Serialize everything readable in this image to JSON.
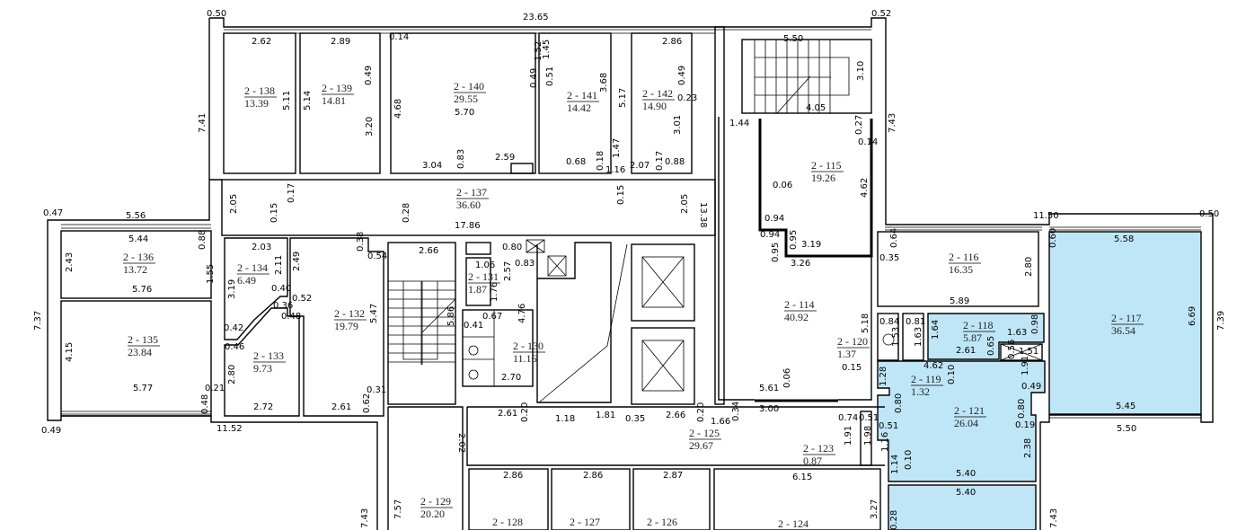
{
  "colors": {
    "highlight_room": "#bfe6f7",
    "wall": "#000000"
  },
  "rooms": [
    {
      "id": "2 - 138",
      "area": "13.39"
    },
    {
      "id": "2 - 139",
      "area": "14.81"
    },
    {
      "id": "2 - 140",
      "area": "29.55"
    },
    {
      "id": "2 - 141",
      "area": "14.42"
    },
    {
      "id": "2 - 142",
      "area": "14.90"
    },
    {
      "id": "2 - 115",
      "area": "19.26"
    },
    {
      "id": "2 - 137",
      "area": "36.60"
    },
    {
      "id": "2 - 136",
      "area": "13.72"
    },
    {
      "id": "2 - 135",
      "area": "23.84"
    },
    {
      "id": "2 - 134",
      "area": "6.49"
    },
    {
      "id": "2 - 133",
      "area": "9.73"
    },
    {
      "id": "2 - 132",
      "area": "19.79"
    },
    {
      "id": "2 - 131",
      "area": "1.87"
    },
    {
      "id": "2 - 130",
      "area": "11.16"
    },
    {
      "id": "2 - 114",
      "area": "40.92"
    },
    {
      "id": "2 - 116",
      "area": "16.35"
    },
    {
      "id": "2 - 117",
      "area": "36.54"
    },
    {
      "id": "2 - 118",
      "area": "5.87"
    },
    {
      "id": "2 - 120",
      "area": "1.37"
    },
    {
      "id": "2 - 119",
      "area": "1.32"
    },
    {
      "id": "2 - 121",
      "area": "26.04"
    },
    {
      "id": "2 - 123",
      "area": "0.87"
    },
    {
      "id": "2 - 125",
      "area": "29.67"
    },
    {
      "id": "2 - 129",
      "area": "20.20"
    },
    {
      "id": "2 - 128",
      "area": ""
    },
    {
      "id": "2 - 127",
      "area": ""
    },
    {
      "id": "2 - 126",
      "area": ""
    },
    {
      "id": "2 - 124",
      "area": ""
    }
  ],
  "dimensions": [
    "0.50",
    "23.65",
    "0.52",
    "2.62",
    "2.89",
    "0.14",
    "5.50",
    "2.86",
    "3.10",
    "4.05",
    "1.44",
    "0.27",
    "0.14",
    "7.41",
    "7.43",
    "5.11",
    "5.14",
    "0.49",
    "3.20",
    "4.68",
    "5.70",
    "1.52",
    "1.45",
    "0.49",
    "0.51",
    "3.68",
    "5.17",
    "0.49",
    "0.23",
    "3.01",
    "3.04",
    "0.83",
    "2.59",
    "0.68",
    "0.18",
    "1.16",
    "1.47",
    "2.07",
    "0.17",
    "0.88",
    "0.17",
    "0.15",
    "0.28",
    "0.15",
    "2.05",
    "2.05",
    "13.38",
    "17.86",
    "0.06",
    "4.62",
    "0.94",
    "0.94",
    "0.95",
    "0.95",
    "3.19",
    "3.26",
    "0.47",
    "5.56",
    "5.44",
    "0.88",
    "2.43",
    "1.55",
    "5.76",
    "2.03",
    "2.11",
    "3.19",
    "0.40",
    "2.49",
    "0.38",
    "0.54",
    "0.52",
    "0.36",
    "0.48",
    "0.42",
    "0.46",
    "7.37",
    "4.15",
    "5.47",
    "5.77",
    "0.21",
    "2.80",
    "0.48",
    "2.72",
    "2.61",
    "0.31",
    "0.62",
    "0.49",
    "11.52",
    "2.66",
    "0.80",
    "0.83",
    "1.06",
    "2.57",
    "1.76",
    "5.86",
    "0.67",
    "0.41",
    "4.76",
    "2.70",
    "11.50",
    "0.50",
    "0.64",
    "0.35",
    "0.60",
    "5.58",
    "2.80",
    "6.69",
    "7.39",
    "5.89",
    "5.18",
    "0.84",
    "0.81",
    "1.53",
    "1.63",
    "1.64",
    "1.63",
    "0.98",
    "2.61",
    "0.65",
    "0.56",
    "1.51",
    "0.15",
    "4.62",
    "0.10",
    "1.28",
    "1.91",
    "0.49",
    "0.80",
    "0.80",
    "5.45",
    "5.50",
    "0.19",
    "0.74",
    "0.51",
    "0.51",
    "1.16",
    "1.91",
    "1.98",
    "2.38",
    "1.14",
    "0.10",
    "5.40",
    "5.40",
    "3.27",
    "7.43",
    "2.61",
    "0.20",
    "1.18",
    "1.81",
    "0.35",
    "2.66",
    "0.20",
    "1.66",
    "0.34",
    "5.61",
    "0.06",
    "3.00",
    "2.02",
    "2.86",
    "2.86",
    "2.87",
    "6.15",
    "7.57",
    "7.43",
    "0.28"
  ]
}
